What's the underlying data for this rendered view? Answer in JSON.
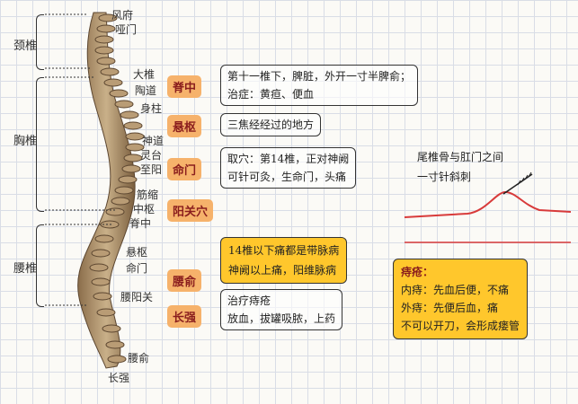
{
  "regions": {
    "cervical": "颈椎",
    "thoracic": "胸椎",
    "lumbar": "腰椎"
  },
  "points": {
    "fengfu": "风府",
    "yamen": "哑门",
    "dazhui": "大椎",
    "taodao": "陶道",
    "shenzhu": "身柱",
    "shendao": "神道",
    "lingtai": "灵台",
    "zhiyang": "至阳",
    "jinsuo": "筋缩",
    "zhongshu": "中枢",
    "jizhong": "脊中",
    "xuanshu": "悬枢",
    "mingmen": "命门",
    "yaoyangguan": "腰阳关",
    "yaoshu": "腰俞",
    "changqiang": "长强"
  },
  "tags": {
    "jizhong": "脊中",
    "xuanshu": "悬枢",
    "mingmen": "命门",
    "yangguan": "阳关穴",
    "yaoshu": "腰俞",
    "changqiang": "长强"
  },
  "notes": {
    "jizhong_line1": "第十一椎下，脾脏，外开一寸半脾俞；",
    "jizhong_line2": "治症：黄疸、便血",
    "xuanshu": "三焦经经过的地方",
    "mingmen_line1": "取穴：第14椎，正对神阙",
    "mingmen_line2": "可针可灸，生命门，头痛",
    "yaoshu_line1": "14椎以下痛都是带脉病",
    "yaoshu_line2": "神阙以上痛，阳维脉病",
    "changqiang_line1": "治疗痔疮",
    "changqiang_line2": "放血，拔罐吸脓，上药",
    "coccyx_line1": "尾椎骨与肛门之间",
    "coccyx_line2": "一寸针斜刺",
    "hemorrhoid_title": "痔疮：",
    "hemorrhoid_line1": "内痔：先血后便，不痛",
    "hemorrhoid_line2": "外痔：先便后血，痛",
    "hemorrhoid_line3": "不可以开刀，会形成瘘管"
  },
  "colors": {
    "tag_bg": "#f6b26b",
    "tag_text": "#8a1d1d",
    "highlight_bg": "#ffc72c",
    "curve": "#d83a3a"
  }
}
